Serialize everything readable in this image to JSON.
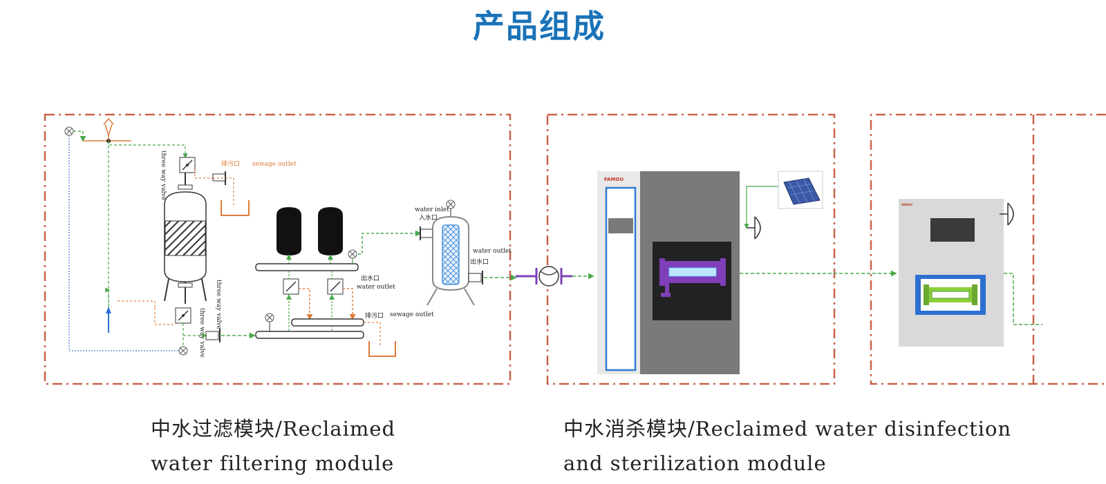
{
  "title": "产品组成",
  "diagram": {
    "labels": {
      "sewage_outlet_top_cn": "排污口",
      "sewage_outlet_top_en": "sewage outlet",
      "three_way_valve_top": "three way valve",
      "three_way_valve_mid": "three way valve",
      "three_way_valve_bottom": "three way valve",
      "water_inlet_en": "water inlet",
      "water_inlet_cn": "入水口",
      "water_outlet_right_en": "water outlet",
      "water_outlet_right_cn": "出水口",
      "water_outlet_mid_cn": "出水口",
      "water_outlet_mid_en": "water outlet",
      "sewage_outlet_mid_cn": "排污口",
      "sewage_outlet_mid_en": "sewage outlet",
      "brand": "FAMOU",
      "brand2": "FAMOU"
    },
    "colors": {
      "dash_border": "#c9624a",
      "flow_green": "#4aa84a",
      "pipe_orange": "#e07a3a",
      "pipe_blue": "#6f93d8",
      "cabinet": "#7a7a7a",
      "uv_purple": "#7e3fb8",
      "title_blue": "#1a73b8"
    }
  },
  "captions": {
    "filter_module": "中水过滤模块/Reclaimed water filtering module",
    "disinfection_module": "中水消杀模块/Reclaimed water disinfection and sterilization module"
  }
}
